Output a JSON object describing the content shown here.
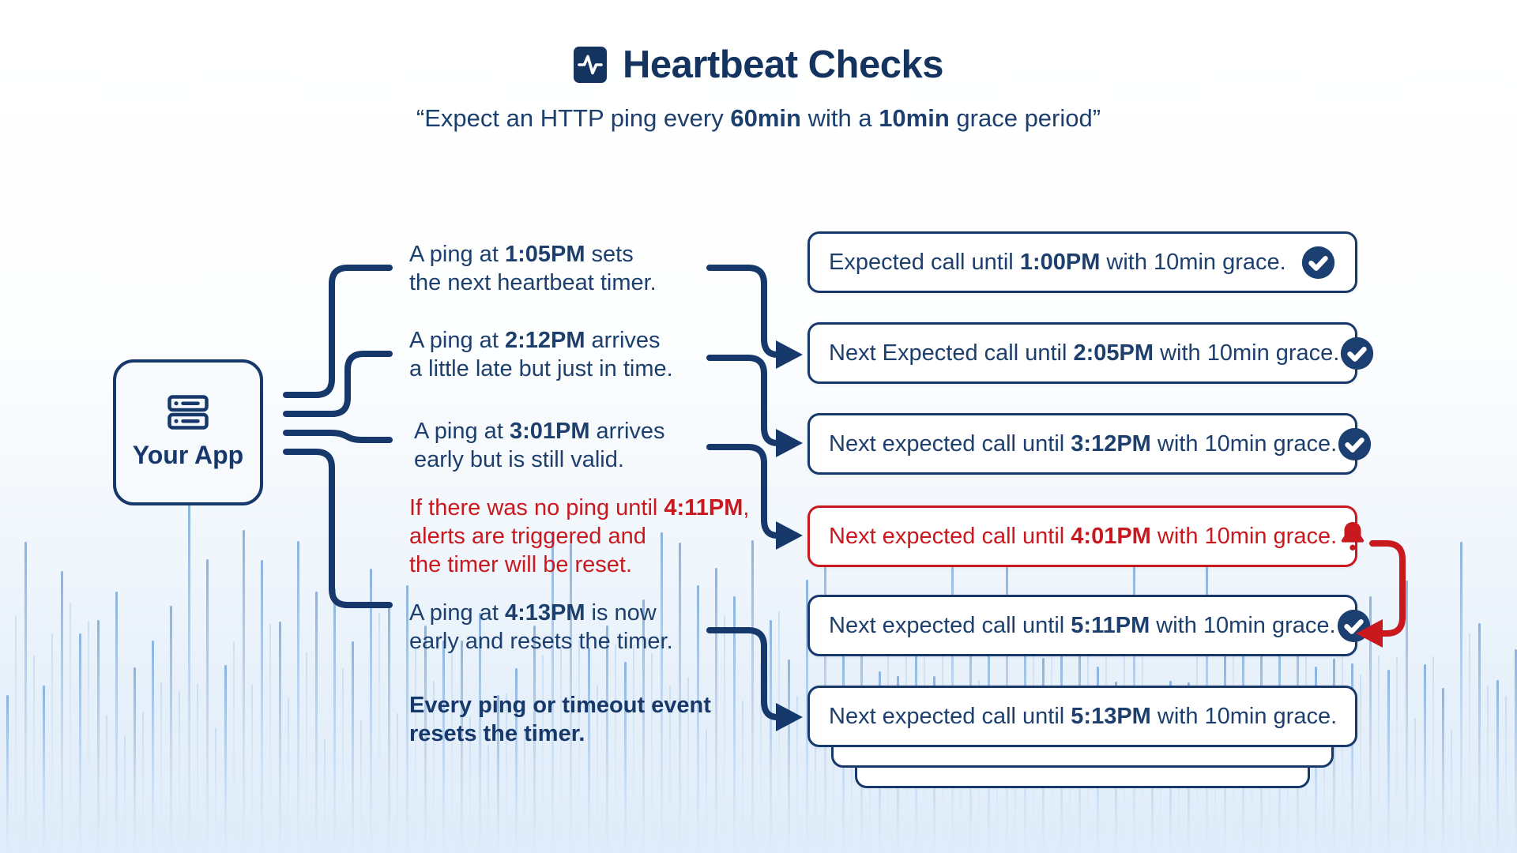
{
  "header": {
    "icon": "activity-pulse-icon",
    "title": "Heartbeat Checks",
    "subtitle": [
      {
        "t": "“Expect an HTTP ping every ",
        "b": 0
      },
      {
        "t": "60min",
        "b": 1
      },
      {
        "t": " with a ",
        "b": 0
      },
      {
        "t": "10min",
        "b": 1
      },
      {
        "t": " grace period”",
        "b": 0
      }
    ]
  },
  "app_node": {
    "label": "Your App",
    "icon": "server-icon"
  },
  "pings": [
    {
      "id": 1,
      "color": "navy",
      "lines": [
        [
          {
            "t": "A ping at ",
            "b": 0
          },
          {
            "t": "1:05PM",
            "b": 1
          },
          {
            "t": " sets",
            "b": 0
          }
        ],
        [
          {
            "t": "the next heartbeat timer.",
            "b": 0
          }
        ]
      ]
    },
    {
      "id": 2,
      "color": "navy",
      "lines": [
        [
          {
            "t": "A ping at ",
            "b": 0
          },
          {
            "t": "2:12PM",
            "b": 1
          },
          {
            "t": " arrives",
            "b": 0
          }
        ],
        [
          {
            "t": "a little late but just in time.",
            "b": 0
          }
        ]
      ]
    },
    {
      "id": 3,
      "color": "navy",
      "lines": [
        [
          {
            "t": "A ping at ",
            "b": 0
          },
          {
            "t": "3:01PM",
            "b": 1
          },
          {
            "t": " arrives",
            "b": 0
          }
        ],
        [
          {
            "t": "early but is still valid.",
            "b": 0
          }
        ]
      ]
    },
    {
      "id": 4,
      "color": "red",
      "lines": [
        [
          {
            "t": "If there was no ping until ",
            "b": 0
          },
          {
            "t": "4:11PM",
            "b": 1
          },
          {
            "t": ",",
            "b": 0
          }
        ],
        [
          {
            "t": "alerts are triggered and",
            "b": 0
          }
        ],
        [
          {
            "t": "the timer will be reset.",
            "b": 0
          }
        ]
      ]
    },
    {
      "id": 5,
      "color": "navy",
      "lines": [
        [
          {
            "t": "A ping at ",
            "b": 0
          },
          {
            "t": "4:13PM",
            "b": 1
          },
          {
            "t": " is now",
            "b": 0
          }
        ],
        [
          {
            "t": "early and resets the timer.",
            "b": 0
          }
        ]
      ]
    },
    {
      "id": 6,
      "color": "navy-bold",
      "lines": [
        [
          {
            "t": "Every ping or timeout event",
            "b": 1
          }
        ],
        [
          {
            "t": "resets the timer.",
            "b": 1
          }
        ]
      ]
    }
  ],
  "checks": [
    {
      "id": 1,
      "status": "ok",
      "icon": "check-circle-icon",
      "segments": [
        {
          "t": "Expected call until ",
          "b": 0
        },
        {
          "t": "1:00PM",
          "b": 1
        },
        {
          "t": " with 10min grace.",
          "b": 0
        }
      ]
    },
    {
      "id": 2,
      "status": "ok",
      "icon": "check-circle-icon",
      "segments": [
        {
          "t": "Next Expected call until ",
          "b": 0
        },
        {
          "t": "2:05PM",
          "b": 1
        },
        {
          "t": " with 10min grace.",
          "b": 0
        }
      ]
    },
    {
      "id": 3,
      "status": "ok",
      "icon": "check-circle-icon",
      "segments": [
        {
          "t": "Next expected call until ",
          "b": 0
        },
        {
          "t": "3:12PM",
          "b": 1
        },
        {
          "t": " with 10min grace.",
          "b": 0
        }
      ]
    },
    {
      "id": 4,
      "status": "alert",
      "icon": "bell-icon",
      "segments": [
        {
          "t": "Next expected call until ",
          "b": 0
        },
        {
          "t": "4:01PM",
          "b": 1
        },
        {
          "t": " with 10min grace.",
          "b": 0
        }
      ]
    },
    {
      "id": 5,
      "status": "ok",
      "icon": "check-circle-icon",
      "segments": [
        {
          "t": "Next expected call until ",
          "b": 0
        },
        {
          "t": "5:11PM",
          "b": 1
        },
        {
          "t": " with 10min grace.",
          "b": 0
        }
      ]
    },
    {
      "id": 6,
      "status": "pending",
      "icon": "none",
      "segments": [
        {
          "t": "Next expected call until ",
          "b": 0
        },
        {
          "t": "5:13PM",
          "b": 1
        },
        {
          "t": " with 10min grace.",
          "b": 0
        }
      ]
    }
  ],
  "colors": {
    "navy": "#16386b",
    "red": "#c9191f",
    "waveform_blue": "#8fb8e3",
    "box_background": "#ffffff",
    "app_background": "#f7fafd",
    "page_gradient_bottom": "#dfecf9"
  }
}
